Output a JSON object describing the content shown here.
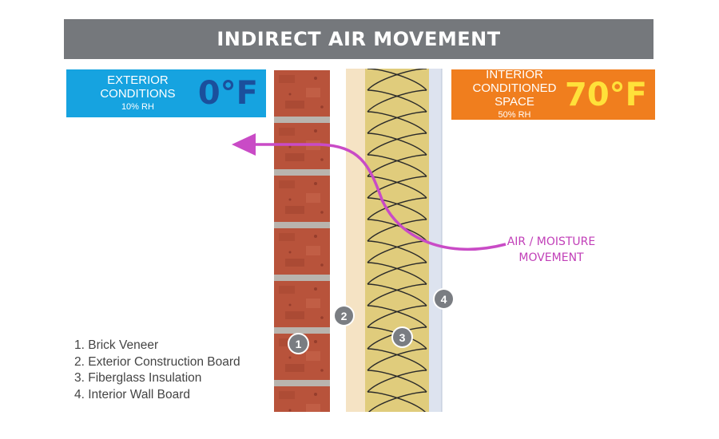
{
  "title": "INDIRECT AIR MOVEMENT",
  "exterior": {
    "label": "EXTERIOR CONDITIONS",
    "rh": "10% RH",
    "temp": "0°F"
  },
  "interior": {
    "label_line1": "INTERIOR",
    "label_line2": "CONDITIONED SPACE",
    "rh": "50% RH",
    "temp": "70°F"
  },
  "annotation": {
    "line1": "AIR / MOISTURE",
    "line2": "MOVEMENT"
  },
  "badges": [
    "1",
    "2",
    "3",
    "4"
  ],
  "legend": [
    "1. Brick Veneer",
    "2. Exterior Construction Board",
    "3. Fiberglass Insulation",
    "4. Interior Wall Board"
  ],
  "colors": {
    "title_bar": "#75787c",
    "exterior_box": "#16a3e0",
    "exterior_temp": "#1b4f9c",
    "interior_box": "#f07e1e",
    "interior_temp": "#ffe13a",
    "brick": "#b8533b",
    "mortar": "#b9b4ae",
    "board": "#f5e3c4",
    "insulation": "#e0cc7c",
    "wallboard": "#dde3ef",
    "airflow": "#c94bc6"
  }
}
